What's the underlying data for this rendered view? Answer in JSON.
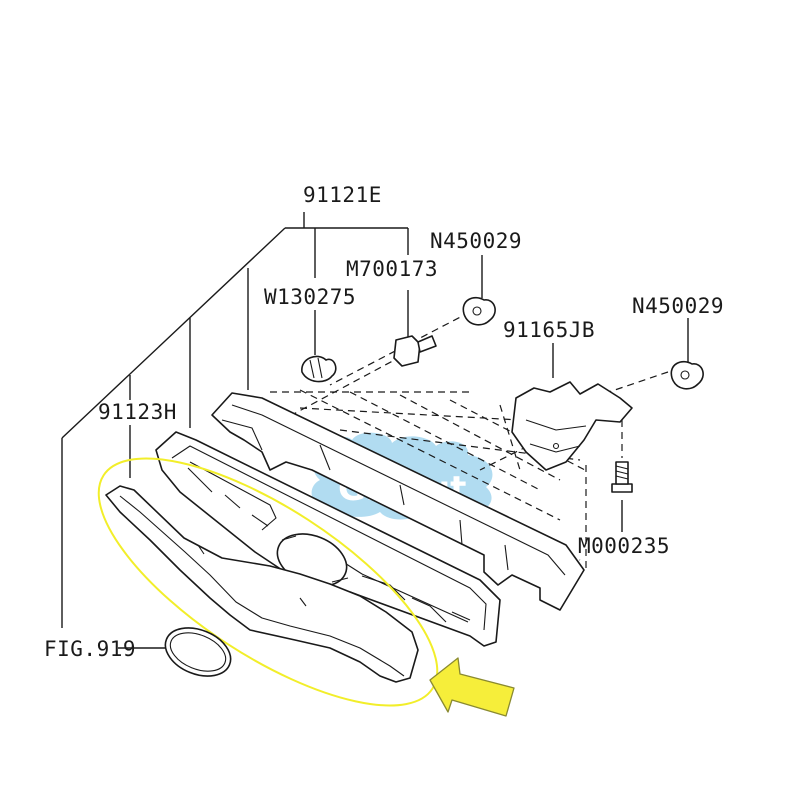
{
  "labels": {
    "p91121E": "91121E",
    "N450029_a": "N450029",
    "M700173": "M700173",
    "W130275": "W130275",
    "N450029_b": "N450029",
    "p91165JB": "91165JB",
    "p91123H": "91123H",
    "M000235": "M000235",
    "FIG919": "FIG.919"
  },
  "watermark_text": "Ginnut",
  "colors": {
    "line": "#1a1a1a",
    "highlight": "#f2ee2a",
    "arrow_fill": "#f6ee3a",
    "arrow_stroke": "#8a8a30",
    "watermark": "#a9d9f0"
  }
}
